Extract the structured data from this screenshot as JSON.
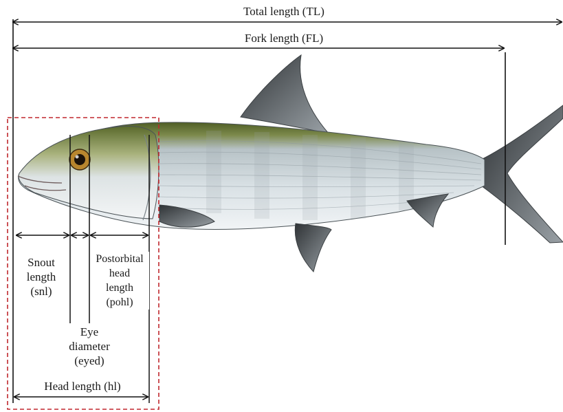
{
  "measurements": {
    "total_length": "Total length (TL)",
    "fork_length": "Fork length (FL)",
    "snout_length": [
      "Snout",
      "length",
      "(snl)"
    ],
    "postorbital": [
      "Postorbital",
      "head",
      "length",
      "(pohl)"
    ],
    "eye_diameter": [
      "Eye",
      "diameter",
      "(eyed)"
    ],
    "head_length": "Head length (hl)"
  },
  "colors": {
    "dashed_box": "#c0272d",
    "lines": "#111111",
    "fish_back": "#5c6b2e",
    "fish_body": "#cfd8dd",
    "fish_belly": "#eef2f4",
    "fins": "#6e7478"
  }
}
